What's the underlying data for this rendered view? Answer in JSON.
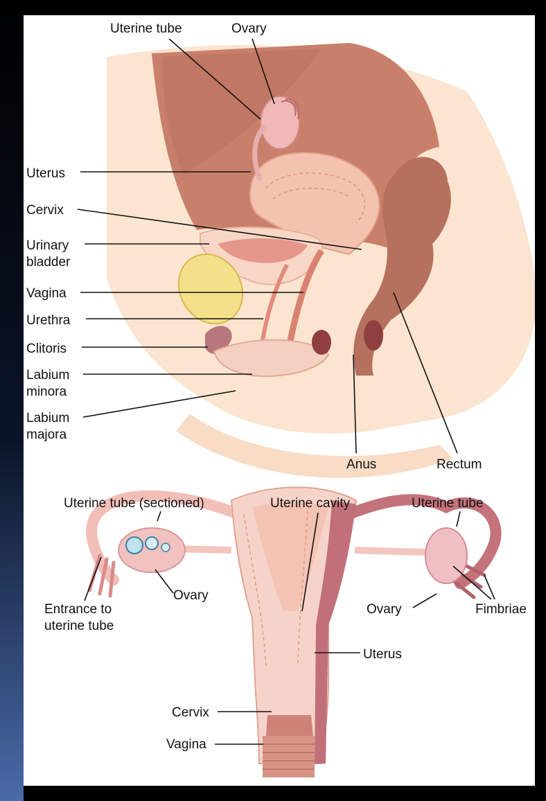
{
  "labels": {
    "uterine_tube_top": "Uterine tube",
    "ovary_top": "Ovary",
    "uterus_side": "Uterus",
    "cervix_side": "Cervix",
    "urinary_1": "Urinary",
    "urinary_2": "bladder",
    "vagina_side": "Vagina",
    "urethra": "Urethra",
    "clitoris": "Clitoris",
    "labium_minora_1": "Labium",
    "labium_minora_2": "minora",
    "labium_majora_1": "Labium",
    "labium_majora_2": "majora",
    "anus": "Anus",
    "rectum": "Rectum",
    "uterine_tube_sectioned": "Uterine tube (sectioned)",
    "uterine_cavity": "Uterine cavity",
    "uterine_tube_right": "Uterine tube",
    "entrance_1": "Entrance to",
    "entrance_2": "uterine tube",
    "ovary_front_left": "Ovary",
    "ovary_front_right": "Ovary",
    "fimbriae": "Fimbriae",
    "uterus_front": "Uterus",
    "cervix_front": "Cervix",
    "vagina_front": "Vagina"
  }
}
